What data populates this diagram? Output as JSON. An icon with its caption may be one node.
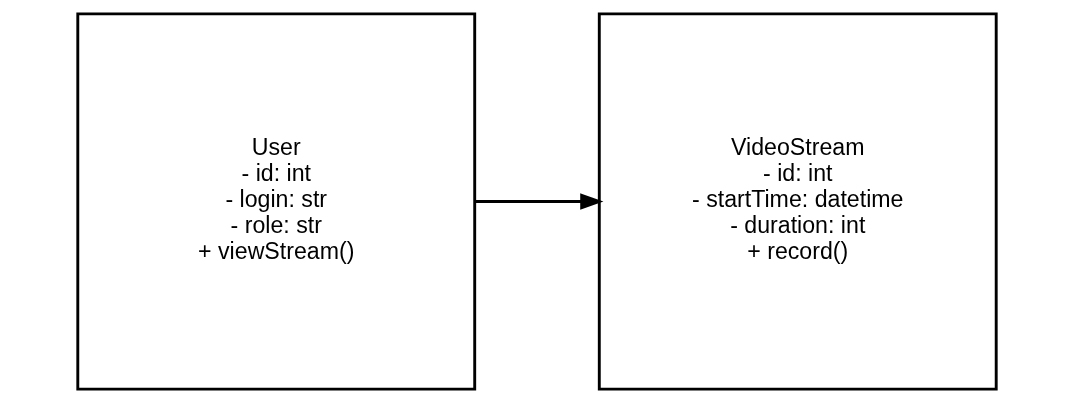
{
  "diagram": {
    "nodes": [
      {
        "text": [
          "User",
          "- id: int",
          "- login: str",
          "- role: str",
          "+ viewStream()"
        ]
      },
      {
        "text": [
          "VideoStream",
          "- id: int",
          "- startTime: datetime",
          "- duration: int",
          "+ record()"
        ]
      }
    ],
    "edges": [
      {
        "from": 0,
        "to": 1,
        "arrow": "to"
      }
    ]
  }
}
